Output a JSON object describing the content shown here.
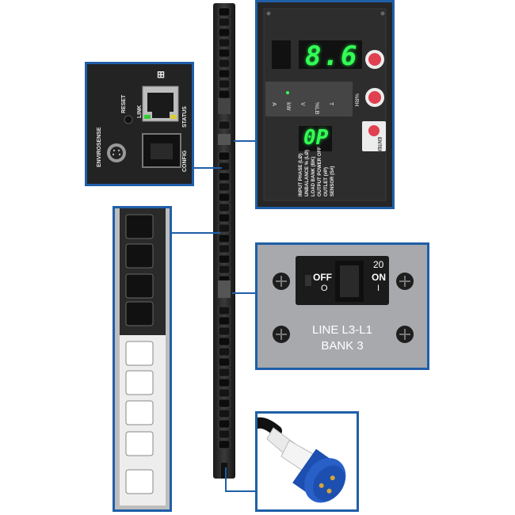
{
  "network_panel": {
    "reset_label": "RESET",
    "link_label": "LINK",
    "status_label": "STATUS",
    "envirosense_label": "ENVIROSENSE",
    "config_label": "CONFIG",
    "network_icon": "network-icon"
  },
  "display_panel": {
    "main_readout": "8.6",
    "indicator_labels": [
      "A",
      "kW",
      "V",
      "%LB",
      "T",
      "%RH"
    ],
    "secondary_readout": "0P",
    "menu_lines": [
      "INPUT PHASE (LØ)",
      "UNBALANCE % (LØ)",
      "LOAD BANK (BK)",
      "OUTPUT POWER OFF",
      "OUTLET (#P)",
      "SENSOR (S#)"
    ],
    "button_label": "ENTER"
  },
  "breaker_panel": {
    "off_label": "OFF",
    "off_symbol": "O",
    "amp_rating": "20",
    "on_label": "ON",
    "on_symbol": "I",
    "line_label": "LINE L3-L1",
    "bank_label": "BANK 3"
  },
  "colors": {
    "callout_border": "#1f5fa8",
    "pdu_body": "#2b2b2b",
    "led_green": "#33ff55",
    "plug_blue": "#1d4fb0",
    "breaker_plate": "#a7a9ac"
  }
}
